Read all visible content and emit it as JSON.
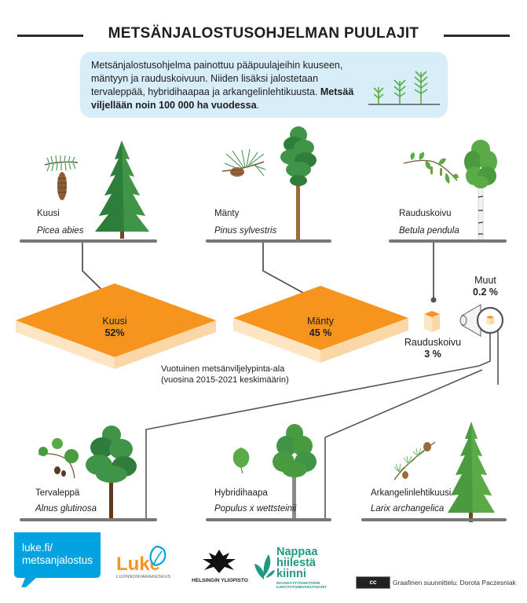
{
  "title": "METSÄNJALOSTUSOHJELMAN PUULAJIT",
  "intro": {
    "text": "Metsänjalostusohjelma painottuu pääpuulajeihin kuuseen, mäntyyn ja rauduskoivuun. Niiden lisäksi jalostetaan tervaleppää, hybridihaapaa ja arkangelinlehtikuusta.",
    "bold": "Metsää viljellään noin 100 000 ha vuodessa",
    "end": "."
  },
  "species": [
    {
      "name": "Kuusi",
      "latin": "Picea abies"
    },
    {
      "name": "Mänty",
      "latin": "Pinus sylvestris"
    },
    {
      "name": "Rauduskoivu",
      "latin": "Betula pendula"
    },
    {
      "name": "Tervaleppä",
      "latin": "Alnus glutinosa"
    },
    {
      "name": "Hybridihaapa",
      "latin": "Populus x wettsteinii"
    },
    {
      "name": "Arkangelinlehtikuusi",
      "latin": "Larix archangelica"
    }
  ],
  "shares": [
    {
      "name": "Kuusi",
      "pct": "52%",
      "value": 52
    },
    {
      "name": "Mänty",
      "pct": "45 %",
      "value": 45
    },
    {
      "name": "Rauduskoivu",
      "pct": "3 %",
      "value": 3
    },
    {
      "name": "Muut",
      "pct": "0.2 %",
      "value": 0.2
    }
  ],
  "area_note_line1": "Vuotuinen metsänviljelypinta-ala",
  "area_note_line2": "(vuosina 2015-2021 keskimäärin)",
  "footer": {
    "luke_url_line1": "luke.fi/",
    "luke_url_line2": "metsanjalostus",
    "luke_name": "Luke",
    "luke_sub": "LUONNONVARAKESKUS",
    "hy_name": "HELSINGIN YLIOPISTO",
    "nappaa_line1": "Nappaa",
    "nappaa_line2": "hiilestä",
    "nappaa_line3": "kiinni",
    "nappaa_sub1": "MAANKÄYTTÖSEKTORIN",
    "nappaa_sub2": "ILMASTOTOIMIVAIKUTUKSET",
    "cc_label": "cc",
    "credit": "Graafinen suunnittelu: Dorota Paczesniak"
  },
  "colors": {
    "orange": "#f7941d",
    "orange_side": "#fbe1bc",
    "shelf": "#777777",
    "tree_green": "#3b8a3e",
    "intro_bg": "#d7eef8",
    "luke_blue": "#00a3e0",
    "nappaa_green": "#1f9a82"
  }
}
